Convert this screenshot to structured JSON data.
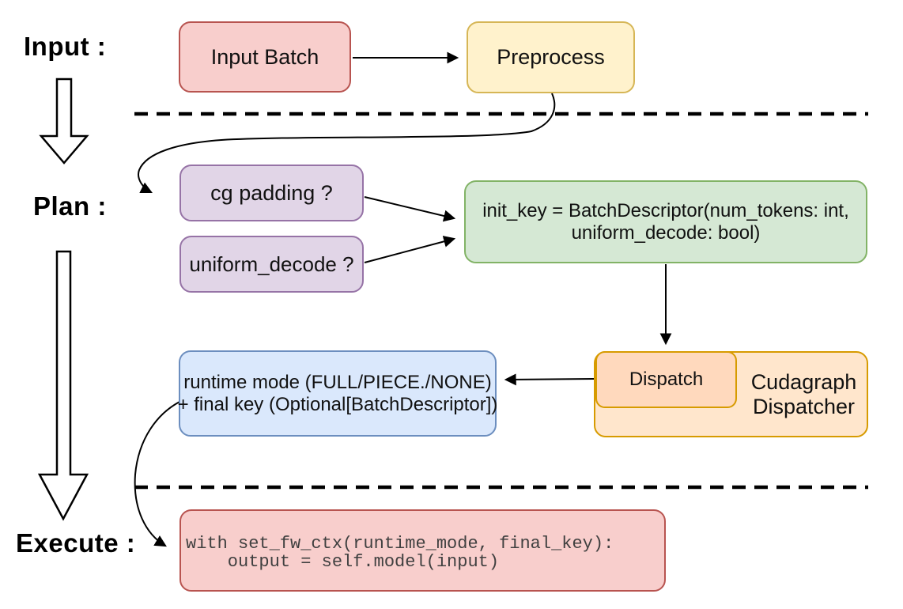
{
  "diagram": {
    "title_hint": "cudagraph dispatch flow",
    "stage_labels": {
      "input": "Input :",
      "plan": "Plan :",
      "execute": "Execute :"
    },
    "nodes": {
      "input_batch": "Input Batch",
      "preprocess": "Preprocess",
      "cg_padding": "cg padding ?",
      "uniform_decode": "uniform_decode ?",
      "init_key_lines": [
        "init_key = BatchDescriptor(num_tokens: int,",
        "uniform_decode: bool)"
      ],
      "dispatch": "Dispatch",
      "cudagraph_dispatcher": "Cudagraph Dispatcher",
      "runtime_lines": [
        "runtime mode (FULL/PIECE./NONE)",
        "+ final key (Optional[BatchDescriptor])"
      ],
      "execute_code_lines": [
        "with set_fw_ctx(runtime_mode, final_key):",
        "    output = self.model(input)"
      ]
    },
    "colors": {
      "red_fill": "#f8cecc",
      "red_stroke": "#b85450",
      "yellow_fill": "#fff2cc",
      "yellow_stroke": "#d6b656",
      "purple_fill": "#e1d5e7",
      "purple_stroke": "#9673a6",
      "green_fill": "#d5e8d4",
      "green_stroke": "#82b366",
      "orange_fill": "#ffe6cc",
      "orange_inner_fill": "#ffd9bd",
      "orange_stroke": "#d79b00",
      "blue_fill": "#dae8fc",
      "blue_stroke": "#6c8ebf",
      "connector": "#000000",
      "code_text": "#404040"
    }
  }
}
